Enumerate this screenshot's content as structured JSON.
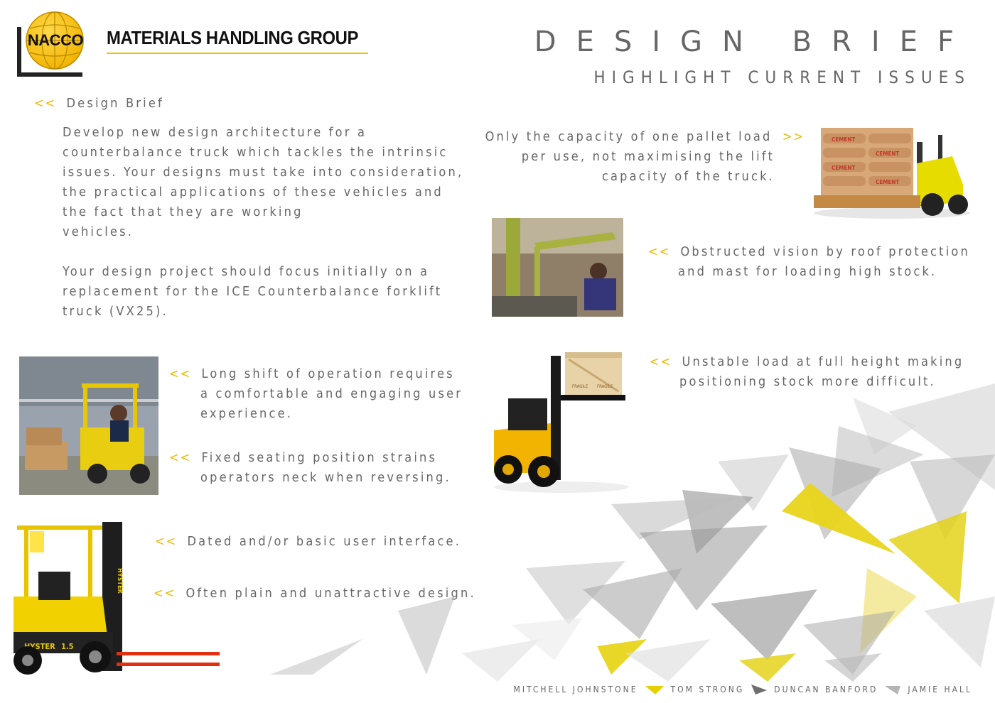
{
  "header": {
    "logo_text": "NACCO",
    "group_name": "MATERIALS HANDLING GROUP",
    "title": "DESIGN BRIEF",
    "subtitle": "HIGHLIGHT CURRENT ISSUES"
  },
  "brief": {
    "arrow": "<<",
    "label": "Design Brief",
    "paragraph1": [
      "Develop new design architecture for a",
      "counterbalance truck which tackles the intrinsic",
      "issues. Your designs must take into consideration,",
      "the practical applications of these vehicles and",
      "the fact that they are working",
      "vehicles."
    ],
    "paragraph2": [
      "Your design project should focus initially on a",
      "replacement for the ICE Counterbalance forklift",
      "truck (VX25)."
    ]
  },
  "issues": {
    "arrow_left": "<<",
    "arrow_right": ">>",
    "shift": [
      "Long shift of operation requires",
      "a comfortable and engaging user",
      "experience."
    ],
    "seating": [
      "Fixed seating position strains",
      "operators neck when reversing."
    ],
    "interface": "Dated and/or basic user interface.",
    "design": "Often plain and unattractive design.",
    "capacity": [
      "Only the capacity of one pallet load",
      "per use, not maximising the lift",
      "capacity of the truck."
    ],
    "vision": [
      "Obstructed vision by roof protection",
      "and mast for loading high stock."
    ],
    "unstable": [
      "Unstable load at full height making",
      "positioning stock more difficult."
    ]
  },
  "image_labels": {
    "cement": "CEMENT",
    "hyster": "HYSTER",
    "hyster_model": "1.5",
    "fragile": "FRAGILE"
  },
  "footer": {
    "names": [
      "MITCHELL JOHNSTONE",
      "TOM STRONG",
      "DUNCAN BANFORD",
      "JAMIE HALL"
    ]
  },
  "colors": {
    "accent": "#f2b705",
    "text": "#666666",
    "yellow_tri": "#e8d200",
    "grey_tri": "#8a8a8a"
  }
}
